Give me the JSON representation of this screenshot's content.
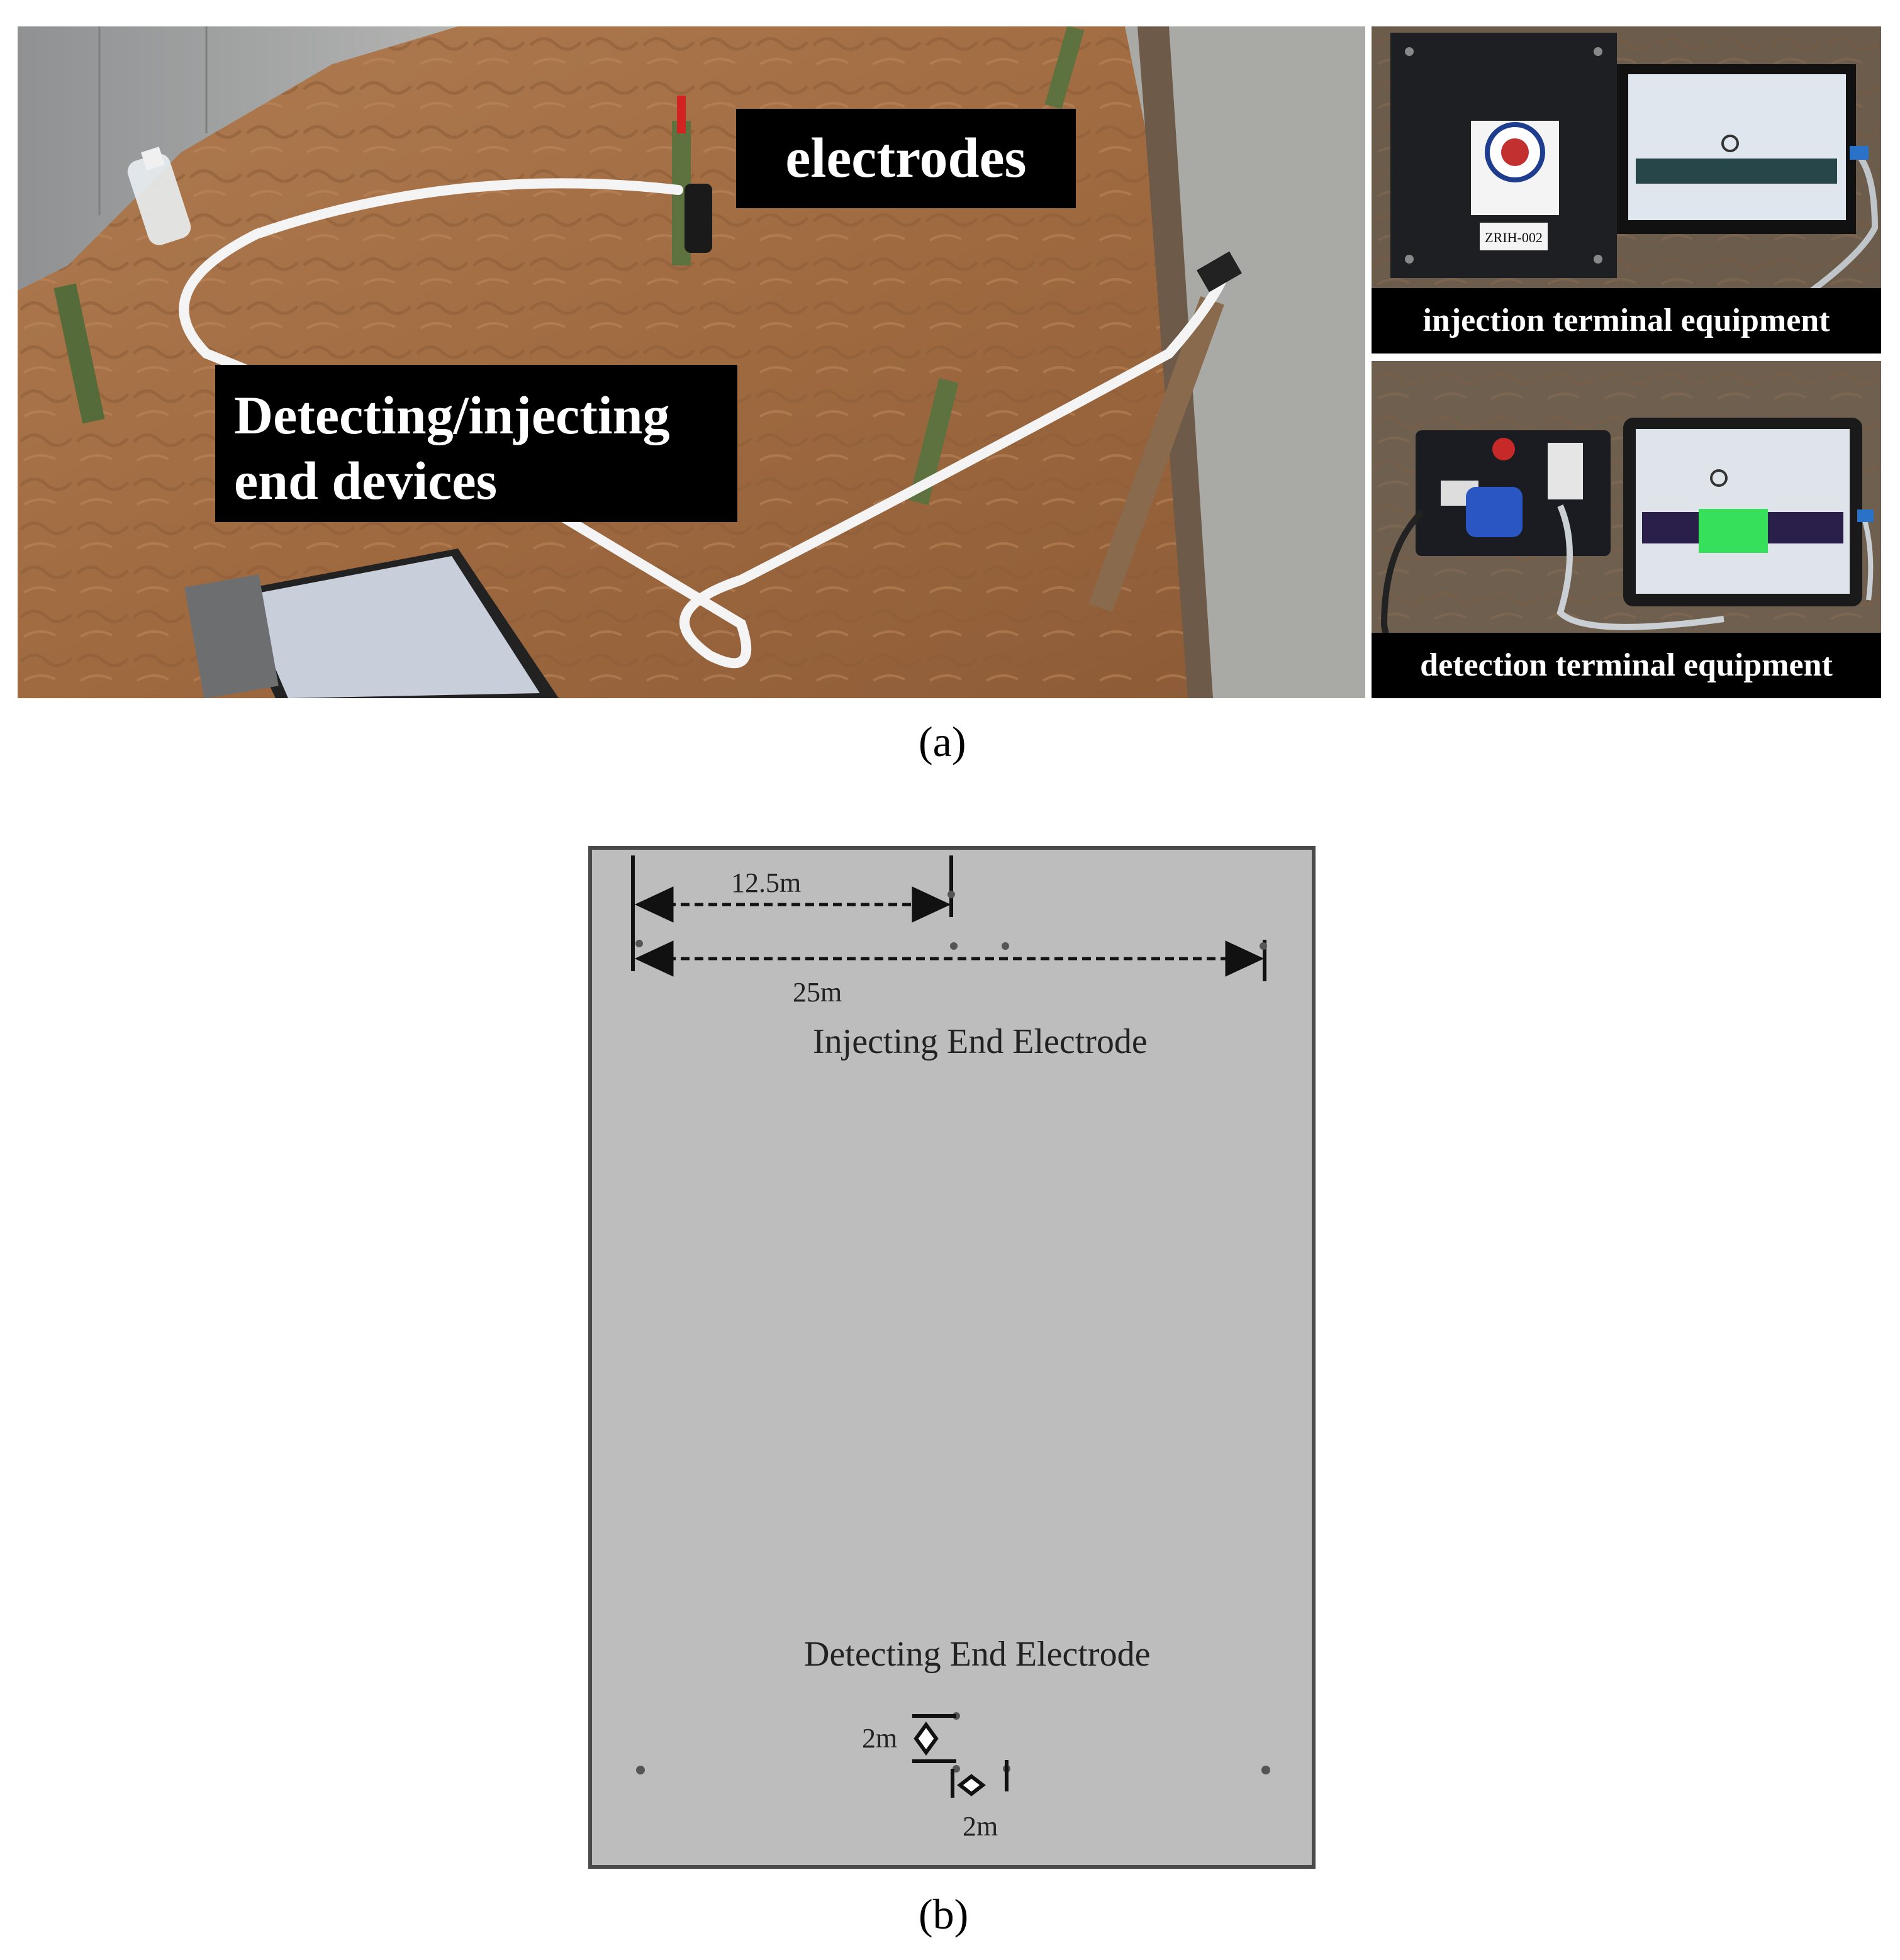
{
  "panel_a": {
    "main_photo": {
      "label_electrodes": "electrodes",
      "label_devices_line1": "Detecting/injecting",
      "label_devices_line2": "end devices"
    },
    "injection_photo": {
      "label": "injection terminal equipment",
      "device_tag": "ZRIH-002"
    },
    "detection_photo": {
      "label": "detection terminal equipment"
    },
    "caption": "(a)"
  },
  "panel_b": {
    "dim_short": "12.5m",
    "dim_long": "25m",
    "injecting_label": "Injecting End Electrode",
    "detecting_label": "Detecting End Electrode",
    "dim_2m_left": "2m",
    "dim_2m_bottom": "2m",
    "caption": "(b)"
  },
  "colors": {
    "soil": "#a8734a",
    "wall": "#9a9c9e",
    "diagram_bg": "#bdbdbd",
    "label_bg": "#000000",
    "label_fg": "#ffffff"
  }
}
